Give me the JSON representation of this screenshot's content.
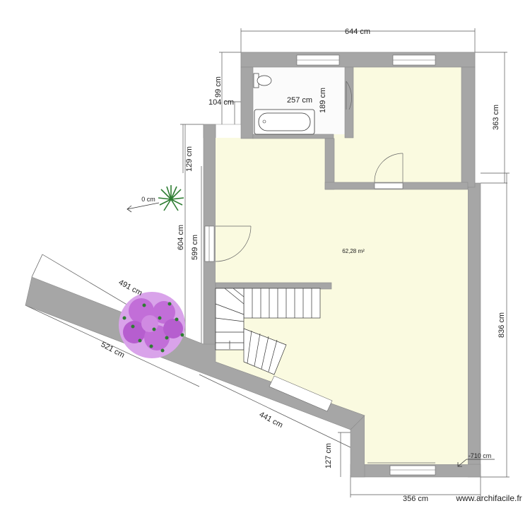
{
  "plan": {
    "dimensions": {
      "top_width": "644 cm",
      "right_upper": "363 cm",
      "right_lower": "836 cm",
      "bottom_width": "356 cm",
      "bath_width": "257 cm",
      "bath_height": "189 cm",
      "left_99": "99 cm",
      "left_104": "104 cm",
      "left_129": "129 cm",
      "left_604": "604 cm",
      "left_599": "599 cm",
      "diag_491": "491 cm",
      "diag_521": "521 cm",
      "diag_441": "441 cm",
      "bottom_left_127": "127 cm",
      "level_zero": "0 cm",
      "level_minus": "-710 cm"
    },
    "room_area": "62,28 m²",
    "watermark": "www.archifacile.fr",
    "colors": {
      "wall": "#a6a6a6",
      "floor": "#fafae0",
      "bath_floor": "#fbfbfb",
      "plant": "#2e7d32",
      "flowers": "#c26ed8"
    }
  }
}
